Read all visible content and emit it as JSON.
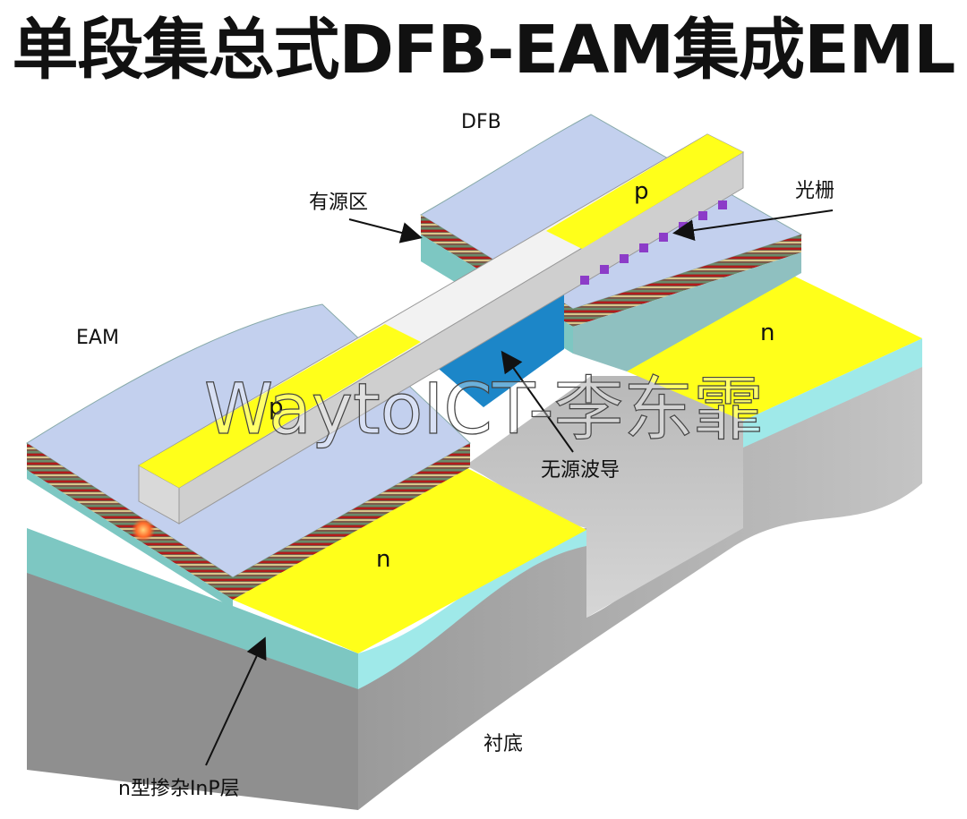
{
  "title": "单段集总式DFB-EAM集成EML",
  "labels": {
    "dfb": "DFB",
    "eam": "EAM",
    "active_region": "有源区",
    "grating": "光栅",
    "passive_waveguide": "无源波导",
    "n_doped_inp": "n型掺杂InP层",
    "substrate": "衬底",
    "p_dfb": "p",
    "p_eam": "p",
    "n_right": "n",
    "n_left": "n"
  },
  "watermark": "WaytoICT-李东霏",
  "colors": {
    "top_surface": "#c3d0ee",
    "contact_yellow": "#ffff1a",
    "substrate_gray": "#a9a9a9",
    "inp_cyan": "#8fe3e3",
    "active_red": "#b31b1b",
    "grating_purple": "#8c3cc8",
    "passive_blue": "#1c86c8"
  }
}
